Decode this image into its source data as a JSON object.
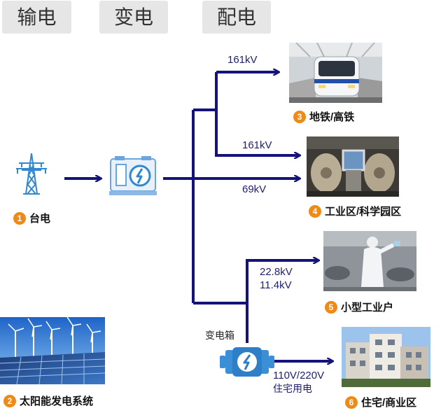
{
  "tabs": [
    "输电",
    "变电",
    "配电"
  ],
  "nodes": {
    "taipower": {
      "num": "1",
      "label": "台电"
    },
    "solar": {
      "num": "2",
      "label": "太阳能发电系统"
    },
    "metro": {
      "num": "3",
      "label": "地铁/高铁"
    },
    "industrial": {
      "num": "4",
      "label": "工业区/科学园区"
    },
    "small_industry": {
      "num": "5",
      "label": "小型工业户"
    },
    "residential": {
      "num": "6",
      "label": "住宅/商业区"
    }
  },
  "voltages": {
    "metro": "161kV",
    "industrial_high": "161kV",
    "industrial_low": "69kV",
    "small_a": "22.8kV",
    "small_b": "11.4kV",
    "residential": "110V/220V",
    "residential_note": "住宅用电"
  },
  "transformer_box_label": "变电箱",
  "colors": {
    "line": "#15127a",
    "badge": "#f08a16",
    "icon_blue": "#3a8fd6",
    "tab_bg": "#e6e6e6"
  }
}
